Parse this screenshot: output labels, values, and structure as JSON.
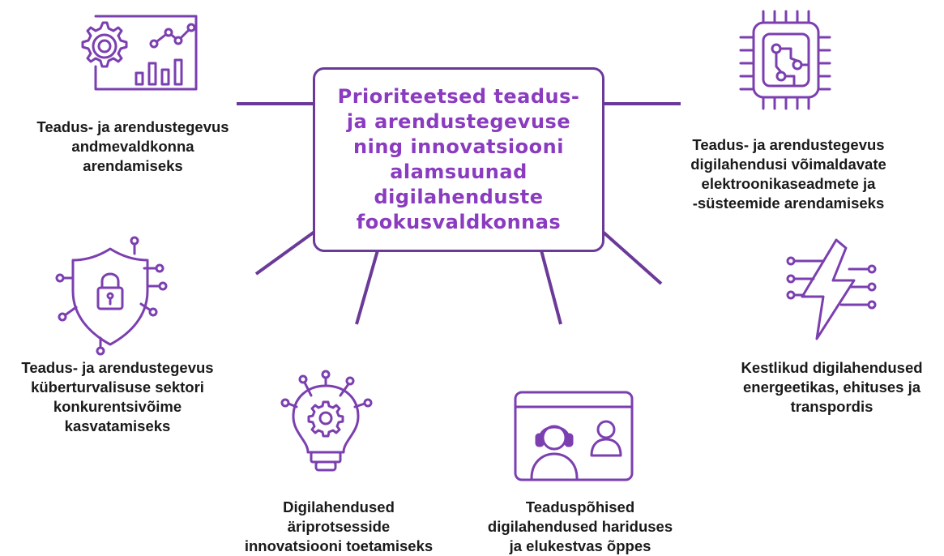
{
  "center": {
    "title": "Prioriteetsed teadus-\nja arendustegevuse\nning innovatsiooni\nalamsuunad\ndigilahenduste\nfookusvaldkonnas"
  },
  "items": [
    {
      "label": "Teadus- ja arendustegevus\nandmevaldkonna\narendamiseks",
      "icon": "gear-chart-icon"
    },
    {
      "label": "Teadus- ja arendustegevus\ndigilahendusi võimaldavate\nelektroonikaseadmete ja\n-süsteemide arendamiseks",
      "icon": "chip-icon"
    },
    {
      "label": "Teadus- ja arendustegevus\nküberturvalisuse sektori\nkonkurentsivõime\nkasvatamiseks",
      "icon": "shield-lock-icon"
    },
    {
      "label": "Kestlikud digilahendused\nenergeetikas, ehituses ja\ntranspordis",
      "icon": "lightning-icon"
    },
    {
      "label": "Digilahendused\näriprotsesside\ninnovatsiooni toetamiseks",
      "icon": "lightbulb-gear-icon"
    },
    {
      "label": "Teaduspõhised\ndigilahendused hariduses\nja elukestvas õppes",
      "icon": "video-call-icon"
    }
  ],
  "colors": {
    "accent": "#6b3a99",
    "title": "#8a3bbf",
    "icon": "#7b3fb0",
    "text": "#1a1a1a"
  }
}
